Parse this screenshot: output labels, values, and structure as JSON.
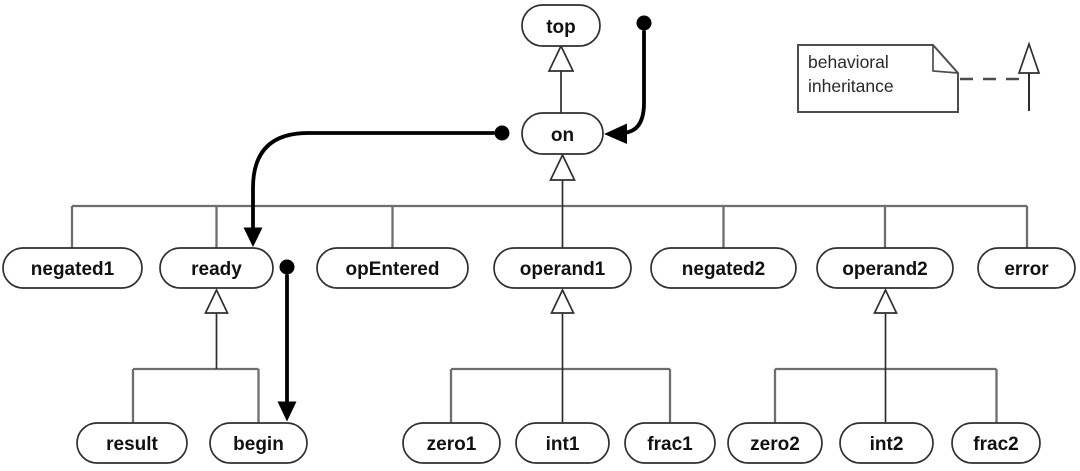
{
  "diagram": {
    "type": "statechart-inheritance-hierarchy",
    "background": "#ffffff",
    "colors": {
      "node_fill": "#ffffff",
      "node_border": "#2f2f2f",
      "label_text": "#111111",
      "bus_line": "#6e6e6e",
      "inheritance_line": "#2f2f2f",
      "thick_arrow": "#000000",
      "legend_border": "#4d4d4d"
    },
    "nodes": {
      "top": {
        "label": "top"
      },
      "on": {
        "label": "on"
      },
      "negated1": {
        "label": "negated1"
      },
      "ready": {
        "label": "ready"
      },
      "opEntered": {
        "label": "opEntered"
      },
      "operand1": {
        "label": "operand1"
      },
      "negated2": {
        "label": "negated2"
      },
      "operand2": {
        "label": "operand2"
      },
      "error": {
        "label": "error"
      },
      "result": {
        "label": "result"
      },
      "begin": {
        "label": "begin"
      },
      "zero1": {
        "label": "zero1"
      },
      "int1": {
        "label": "int1"
      },
      "frac1": {
        "label": "frac1"
      },
      "zero2": {
        "label": "zero2"
      },
      "int2": {
        "label": "int2"
      },
      "frac2": {
        "label": "frac2"
      }
    },
    "hierarchy": [
      {
        "child": "on",
        "parent": "top"
      },
      {
        "child": "negated1",
        "parent": "on"
      },
      {
        "child": "ready",
        "parent": "on"
      },
      {
        "child": "opEntered",
        "parent": "on"
      },
      {
        "child": "operand1",
        "parent": "on"
      },
      {
        "child": "negated2",
        "parent": "on"
      },
      {
        "child": "operand2",
        "parent": "on"
      },
      {
        "child": "error",
        "parent": "on"
      },
      {
        "child": "result",
        "parent": "ready"
      },
      {
        "child": "begin",
        "parent": "ready"
      },
      {
        "child": "zero1",
        "parent": "operand1"
      },
      {
        "child": "int1",
        "parent": "operand1"
      },
      {
        "child": "frac1",
        "parent": "operand1"
      },
      {
        "child": "zero2",
        "parent": "operand2"
      },
      {
        "child": "int2",
        "parent": "operand2"
      },
      {
        "child": "frac2",
        "parent": "operand2"
      }
    ],
    "default_transition_arrows": [
      {
        "from": "dot-upper-right-of-top",
        "to": "on",
        "entry": "right-side"
      },
      {
        "from": "dot-left-of-on",
        "to": "ready",
        "entry": "top"
      },
      {
        "from": "dot-right-of-ready",
        "to": "begin",
        "entry": "top"
      }
    ],
    "legend": {
      "note_line1": "behavioral",
      "note_line2": "inheritance",
      "symbol": "dashed line to open-triangle arrow"
    }
  }
}
